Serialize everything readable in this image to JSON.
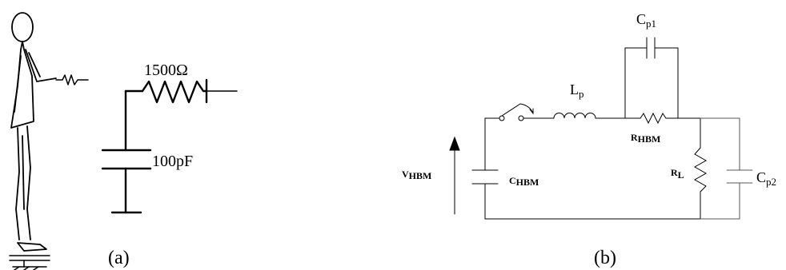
{
  "panel_a": {
    "caption": "(a)",
    "resistor_label": "1500Ω",
    "capacitor_label": "100pF"
  },
  "panel_b": {
    "caption": "(b)",
    "labels": {
      "cp1_main": "C",
      "cp1_sub": "p1",
      "lp_main": "L",
      "lp_sub": "p",
      "rhbm_main": "R",
      "rhbm_sub": "HBM",
      "vhbm_main": "V",
      "vhbm_sub": "HBM",
      "chbm_main": "C",
      "chbm_sub": "HBM",
      "rl_main": "R",
      "rl_sub": "L",
      "cp2_main": "C",
      "cp2_sub": "p2"
    }
  },
  "colors": {
    "stroke": "#000000",
    "light_stroke": "#555555",
    "background": "#ffffff"
  }
}
